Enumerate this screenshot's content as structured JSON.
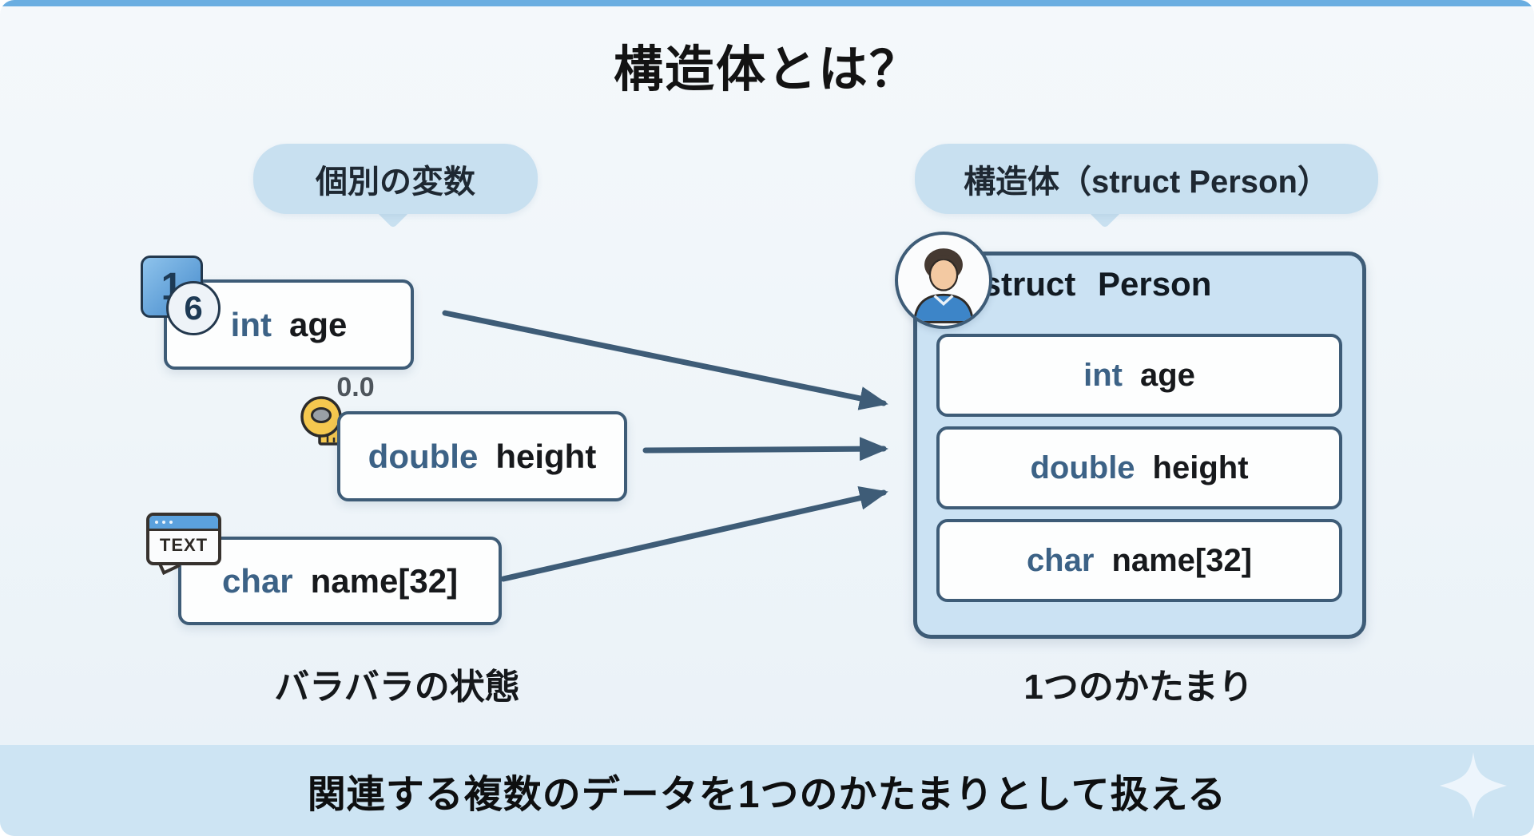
{
  "window": {
    "title": "構造体とは？"
  },
  "left_panel": {
    "bubble_label": "個別の変数",
    "caption": "バラバラの状態",
    "vars": [
      {
        "keyword": "int",
        "name": "age"
      },
      {
        "keyword": "double",
        "name": "height"
      },
      {
        "keyword": "char",
        "name": "name[32]"
      }
    ],
    "int_icon": {
      "square_digit": "1",
      "circle_digit": "6"
    },
    "height_annotation": "0.0",
    "text_icon_label": "TEXT"
  },
  "right_panel": {
    "bubble_label": "構造体（struct Person）",
    "caption": "1つのかたまり",
    "struct_header": "struct Person",
    "fields": [
      {
        "keyword": "int",
        "name": "age"
      },
      {
        "keyword": "double",
        "name": "height"
      },
      {
        "keyword": "char",
        "name": "name[32]"
      }
    ]
  },
  "footer": {
    "message": "関連する複数のデータを1つのかたまりとして扱える"
  },
  "colors": {
    "top_accent": "#6aaee1",
    "bubble_bg": "#c8e0f0",
    "box_border": "#3e5c77",
    "keyword_blue": "#3c6286",
    "struct_bg": "#cbe2f3",
    "footer_bg": "#cde4f3",
    "tape_yellow": "#f5c84f"
  }
}
